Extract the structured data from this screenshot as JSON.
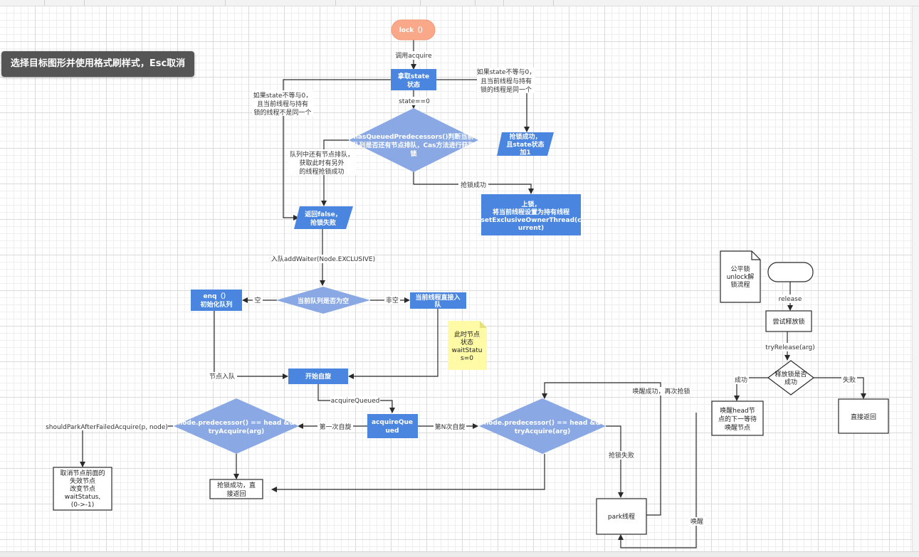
{
  "toast": {
    "text": "选择目标图形并使用格式刷样式，Esc取消"
  },
  "colors": {
    "blue": "#4a86e0",
    "light_blue": "#8aa9e4",
    "orange": "#f9a98a",
    "note_yellow": "#fffaa6",
    "line": "#2a2a2a",
    "grid": "#dadada"
  },
  "shapes": {
    "lock": "lock（）",
    "get_state": [
      "拿取state",
      "状态"
    ],
    "has_queued": [
      "hasQueuedPredecessors()判断当前",
      "队列是否还有节点排队，Cas方法进行获取",
      "锁"
    ],
    "reentrant": [
      "抢锁成功，",
      "且state状态",
      "加1"
    ],
    "set_owner": [
      "上锁，",
      "将当前线程设置为持有线程",
      "setExclusiveOwnerThread(c",
      "urrent)"
    ],
    "return_false": [
      "返回false，",
      "抢锁失败"
    ],
    "queue_empty": "当前队列是否为空",
    "enq": [
      "enq（）",
      "初始化队列"
    ],
    "direct_insert": [
      "当前线程直接入",
      "队"
    ],
    "note_wait": [
      "此时节点",
      "状态",
      "waitStatu",
      "s=0"
    ],
    "start_spin": "开始自旋",
    "acquire_queued": [
      "acquireQue",
      "ued"
    ],
    "predecessor_left": [
      "node.predecessor() == head &&",
      "tryAcquire(arg)"
    ],
    "predecessor_right": [
      "node.predecessor() == head &&",
      "tryAcquire(arg)"
    ],
    "success_return": [
      "抢锁成功，直",
      "接返回"
    ],
    "cancel_nodes": [
      "取消节点前面的",
      "失效节点",
      "改变节点",
      "waitStatus,",
      "(0->-1)"
    ],
    "park": "park线程",
    "unlock_doc": [
      "公平锁",
      "unlock解",
      "锁流程"
    ],
    "try_release": "尝试释放锁",
    "release_ok": [
      "释放锁是否",
      "成功"
    ],
    "wake_head": [
      "唤醒head节",
      "点的下一等待",
      "唤醒节点"
    ],
    "direct_return": "直接返回"
  },
  "edge_labels": {
    "call_acquire": "调用acquire",
    "state_neq_same": [
      "如果state不等与0，",
      "且当前线程与持有",
      "锁的线程是同一个"
    ],
    "state_neq_diff": [
      "如果state不等与0，",
      "且当前线程与持有",
      "锁的线程不是同一个"
    ],
    "state_eq_zero": "state==0",
    "queued_others": [
      "队列中还有节点排队，",
      "获取此时有另外",
      "的线程抢锁成功"
    ],
    "grab_success": "抢锁成功",
    "add_waiter": "入队addWaiter(Node.EXCLUSIVE)",
    "empty": "空",
    "not_empty": "非空",
    "node_enqueued": "节点入队",
    "acquire_queued": "acquireQueued",
    "first_spin": "第一次自旋",
    "nth_spin": "第N次自旋",
    "should_park": "shouldParkAfterFailedAcquire(p, node)",
    "grab_fail": "抢锁失败",
    "woken_retry": "唤醒成功，再次抢锁",
    "wake": "唤醒",
    "release": "release",
    "try_release_arg": "tryRelease(arg)",
    "success": "成功",
    "fail": "失败"
  }
}
